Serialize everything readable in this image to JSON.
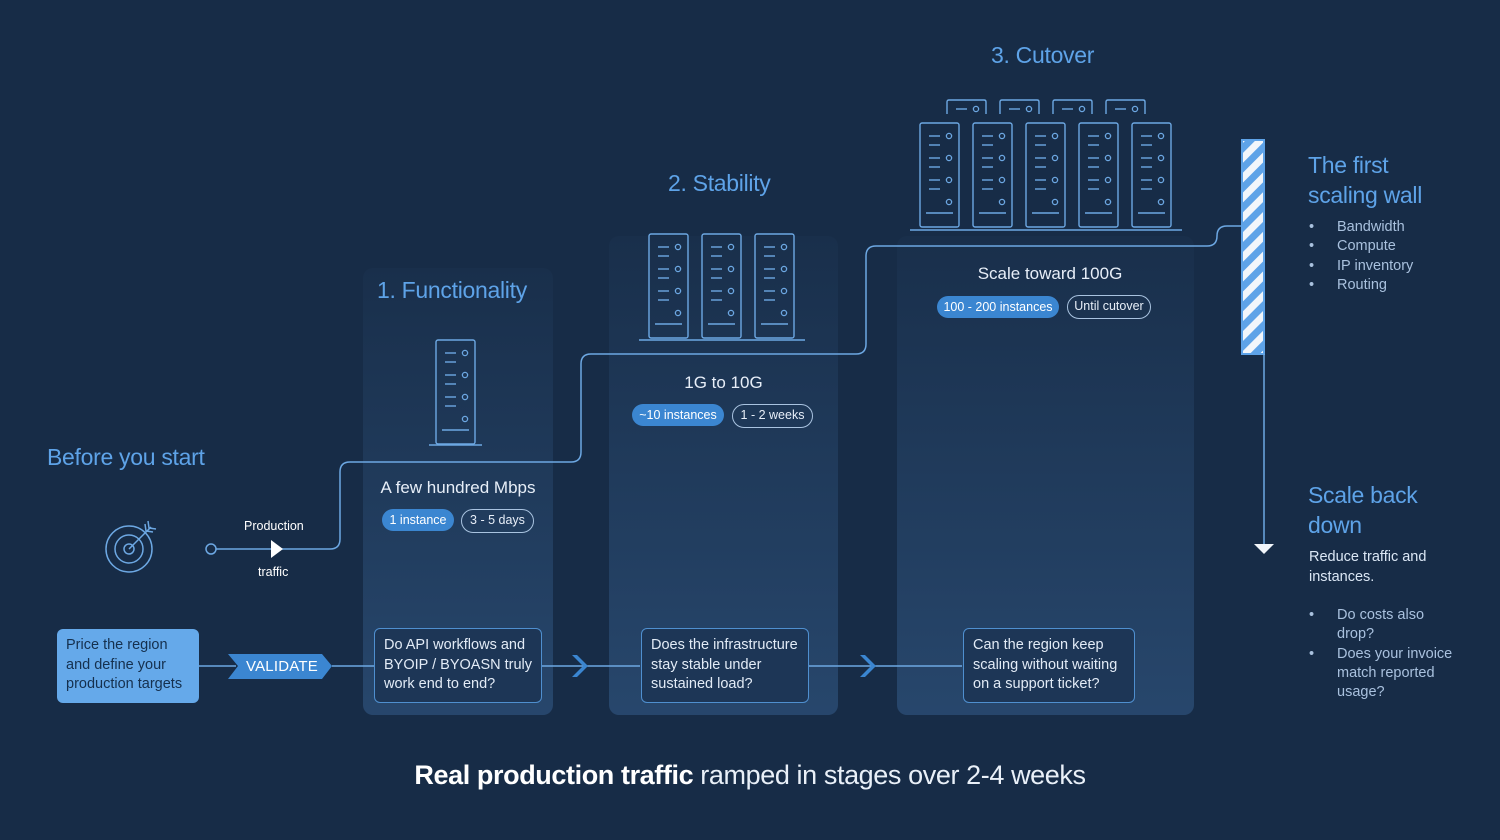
{
  "before": {
    "title": "Before you start",
    "production_label": "Production",
    "traffic_label": "traffic"
  },
  "price_box": {
    "text": "Price the region and define your production targets"
  },
  "validate_label": "VALIDATE",
  "stages": [
    {
      "title": "1. Functionality",
      "throughput": "A few hundred Mbps",
      "instances": "1 instance",
      "duration": "3 - 5 days",
      "question": "Do API workflows and BYOIP / BYOASN truly work end to end?"
    },
    {
      "title": "2. Stability",
      "throughput": "1G to 10G",
      "instances": "~10 instances",
      "duration": "1 - 2 weeks",
      "question": "Does the infrastructure stay stable under sustained load?"
    },
    {
      "title": "3. Cutover",
      "throughput": "Scale toward 100G",
      "instances": "100 - 200 instances",
      "duration": "Until cutover",
      "question": "Can the region keep scaling without waiting on a support ticket?"
    }
  ],
  "wall": {
    "title": "The first scaling wall",
    "items": [
      "Bandwidth",
      "Compute",
      "IP inventory",
      "Routing"
    ]
  },
  "scale_back": {
    "title": "Scale back down",
    "subtitle": "Reduce traffic and instances.",
    "items": [
      "Do costs also drop?",
      "Does your invoice match reported usage?"
    ]
  },
  "footer": {
    "bold": "Real production traffic",
    "rest": " ramped in stages over 2-4 weeks"
  },
  "colors": {
    "background": "#172c47",
    "accent": "#5ea3e8",
    "pill": "#3b86d1",
    "price_box": "#65a9ea"
  }
}
